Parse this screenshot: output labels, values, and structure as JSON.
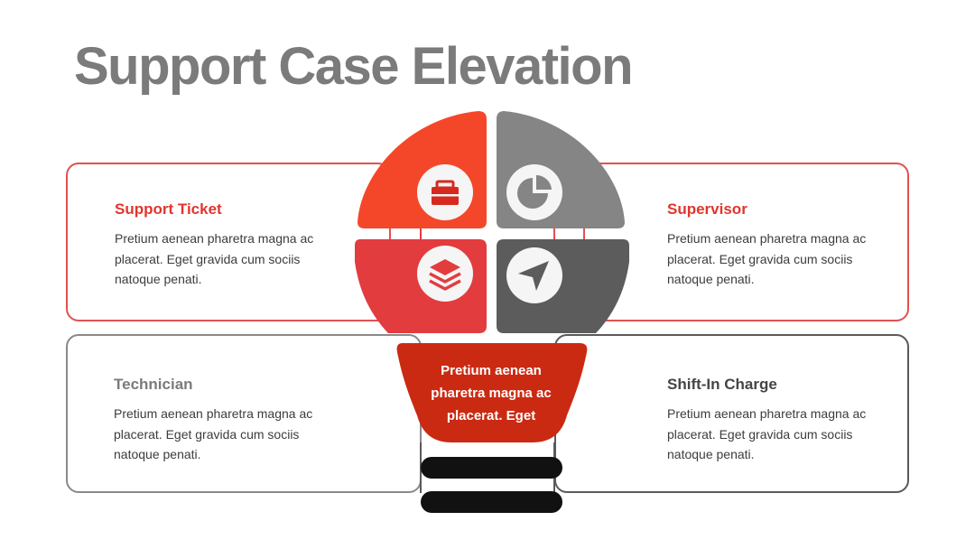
{
  "title": "Support Case Elevation",
  "center_text": "Pretium aenean pharetra magna ac placerat. Eget",
  "colors": {
    "title": "#7b7b7b",
    "red_orange": "#f4472a",
    "red": "#e23c3f",
    "gray_light": "#858585",
    "gray_dark": "#5c5c5c",
    "center_red": "#cb2a12",
    "base_black": "#111111"
  },
  "cards": [
    {
      "id": "support-ticket",
      "heading": "Support Ticket",
      "body": "Pretium aenean pharetra magna ac placerat. Eget gravida cum sociis natoque penati.",
      "color": "#e23c3f",
      "icon": "briefcase-icon"
    },
    {
      "id": "supervisor",
      "heading": "Supervisor",
      "body": "Pretium aenean pharetra magna ac placerat. Eget gravida cum sociis natoque penati.",
      "color": "#e23c3f",
      "icon": "pie-chart-icon"
    },
    {
      "id": "technician",
      "heading": "Technician",
      "body": "Pretium aenean pharetra magna ac placerat. Eget gravida cum sociis natoque penati.",
      "color": "#7b7b7b",
      "icon": "layers-icon"
    },
    {
      "id": "shift-in-charge",
      "heading": "Shift-In Charge",
      "body": "Pretium aenean pharetra magna ac placerat. Eget gravida cum sociis natoque penati.",
      "color": "#454545",
      "icon": "send-arrow-icon"
    }
  ]
}
